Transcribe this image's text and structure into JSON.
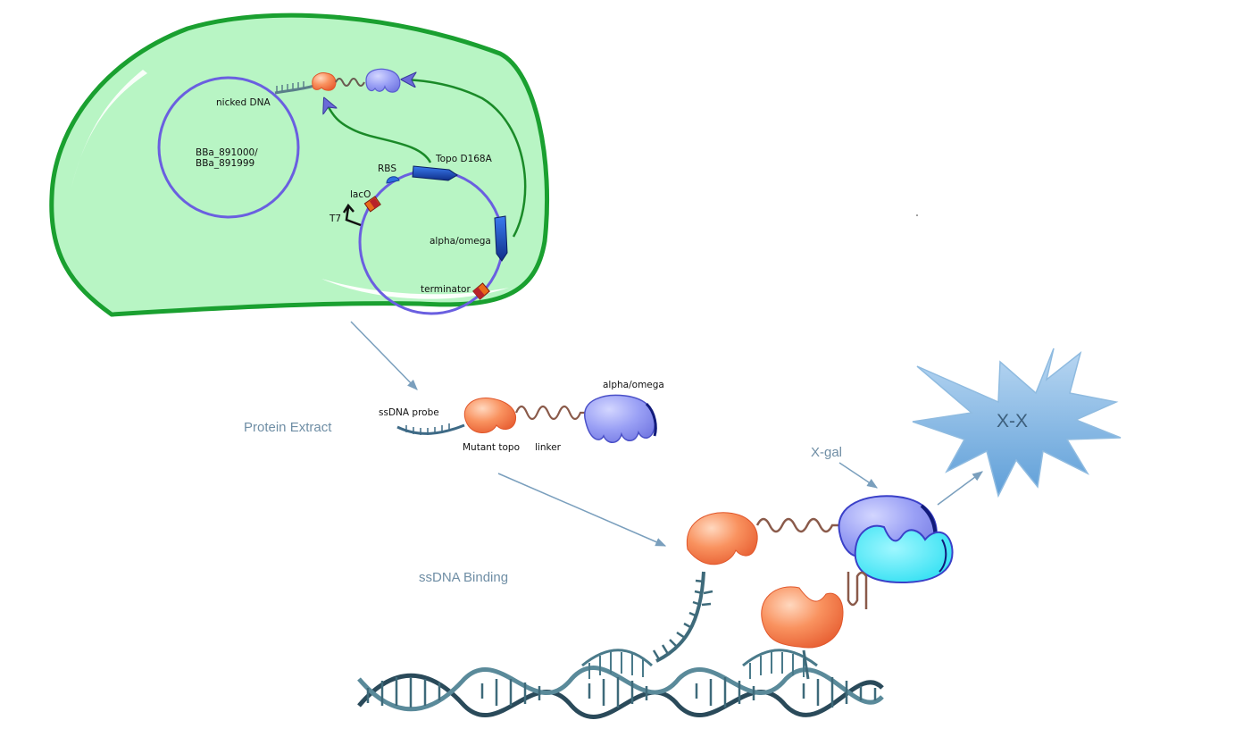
{
  "labels": {
    "nicked_dna": "nicked DNA",
    "plasmid_name_line1": "BBa_891000/",
    "plasmid_name_line2": "BBa_891999",
    "rbs": "RBS",
    "topo_d168a": "Topo D168A",
    "laco": "lacO",
    "t7": "T7",
    "alpha_omega_plasmid": "alpha/omega",
    "terminator": "terminator",
    "ssdna_probe": "ssDNA probe",
    "alpha_omega_construct": "alpha/omega",
    "mutant_topo": "Mutant topo",
    "linker": "linker",
    "protein_extract": "Protein Extract",
    "ssdna_binding": "ssDNA Binding",
    "xgal": "X-gal",
    "xx_product": "X-X"
  },
  "colors": {
    "cell_fill": "#b8f5c4",
    "cell_border": "#1aa030",
    "plasmid": "#6a5fe0",
    "topo": "#f47a4a",
    "alpha_omega": "#8a8ff2",
    "omega_complement": "#2fe4f2",
    "gene_block": "#1f4fb8",
    "arrows": "#7a9fbd",
    "dna_helix": "#3e6a7a",
    "star": "#6fa8dc"
  }
}
